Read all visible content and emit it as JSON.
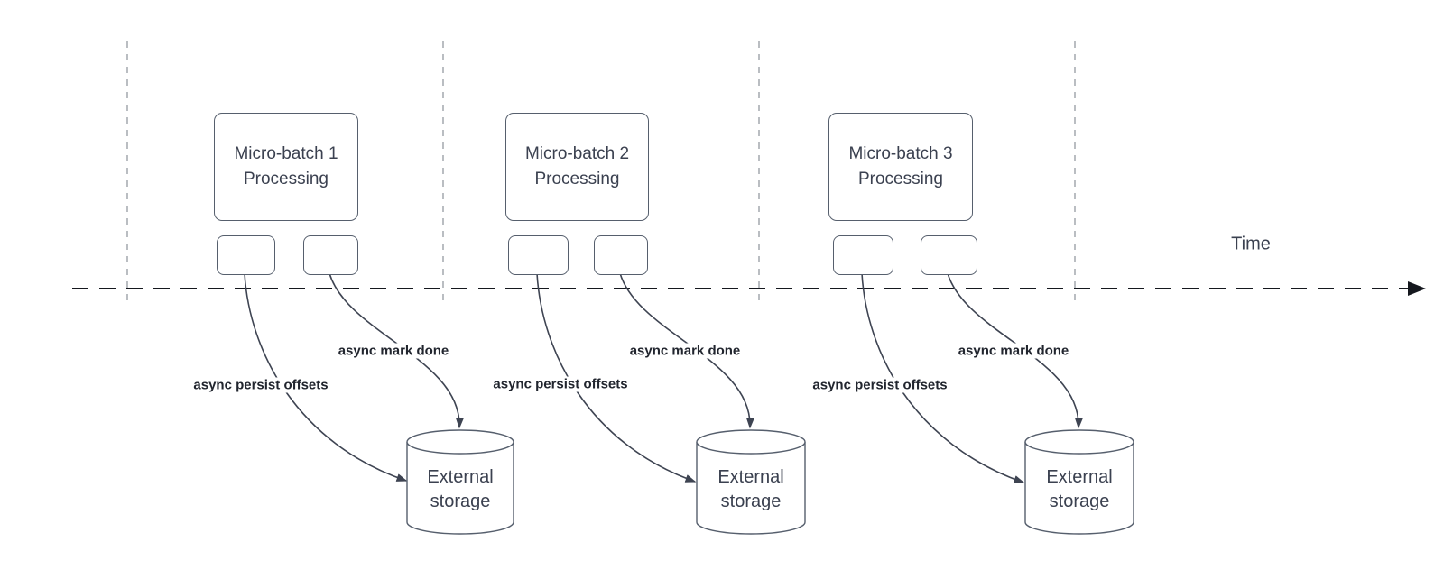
{
  "colors": {
    "background": "#ffffff",
    "stroke": "#3e4452",
    "shape-border": "#565f6d",
    "guide": "#a9adb3",
    "timeline": "#15181e",
    "text": "#3b4150",
    "label-text": "#21252e"
  },
  "timeline": {
    "label": "Time"
  },
  "groups": [
    {
      "box_label": "Micro-batch 1\nProcessing",
      "persist_label": "async persist offsets",
      "mark_done_label": "async mark done",
      "storage_label": "External\nstorage"
    },
    {
      "box_label": "Micro-batch 2\nProcessing",
      "persist_label": "async persist offsets",
      "mark_done_label": "async mark done",
      "storage_label": "External\nstorage"
    },
    {
      "box_label": "Micro-batch 3\nProcessing",
      "persist_label": "async persist offsets",
      "mark_done_label": "async mark done",
      "storage_label": "External\nstorage"
    }
  ]
}
